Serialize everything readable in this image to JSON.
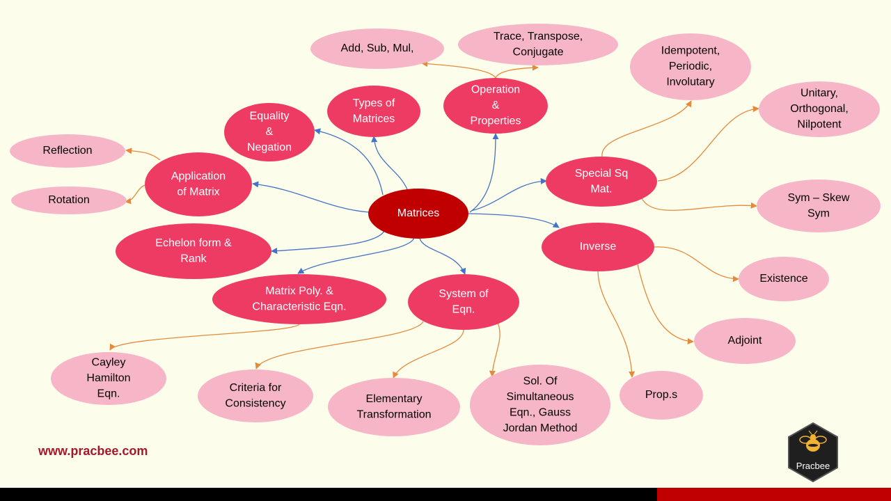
{
  "colors": {
    "background": "#fdfdec",
    "central": "#c00000",
    "primary": "#ee3b63",
    "secondary": "#f7b6c8",
    "blue_edge": "#4472c4",
    "orange_edge": "#e48a3a"
  },
  "central": {
    "label": [
      "Matrices"
    ]
  },
  "primary_nodes": {
    "equality": {
      "label": [
        "Equality",
        "&",
        "Negation"
      ]
    },
    "types": {
      "label": [
        "Types of",
        "Matrices"
      ]
    },
    "operation": {
      "label": [
        "Operation",
        "&",
        "Properties"
      ]
    },
    "application": {
      "label": [
        "Application",
        "of Matrix"
      ]
    },
    "echelon": {
      "label": [
        "Echelon form &",
        "Rank"
      ]
    },
    "poly": {
      "label": [
        "Matrix Poly. &",
        "Characteristic Eqn."
      ]
    },
    "system": {
      "label": [
        "System of",
        "Eqn."
      ]
    },
    "special": {
      "label": [
        "Special Sq",
        "Mat."
      ]
    },
    "inverse": {
      "label": [
        "Inverse"
      ]
    }
  },
  "secondary_nodes": {
    "add": {
      "label": [
        "Add, Sub, Mul,"
      ]
    },
    "trace": {
      "label": [
        "Trace, Transpose,",
        "Conjugate"
      ]
    },
    "idempotent": {
      "label": [
        "Idempotent,",
        "Periodic,",
        "Involutary"
      ]
    },
    "unitary": {
      "label": [
        "Unitary,",
        "Orthogonal,",
        "Nilpotent"
      ]
    },
    "reflection": {
      "label": [
        "Reflection"
      ]
    },
    "rotation": {
      "label": [
        "Rotation"
      ]
    },
    "sym": {
      "label": [
        "Sym – Skew",
        "Sym"
      ]
    },
    "existence": {
      "label": [
        "Existence"
      ]
    },
    "adjoint": {
      "label": [
        "Adjoint"
      ]
    },
    "props": {
      "label": [
        "Prop.s"
      ]
    },
    "cayley": {
      "label": [
        "Cayley",
        "Hamilton",
        "Eqn."
      ]
    },
    "criteria": {
      "label": [
        "Criteria for",
        "Consistency"
      ]
    },
    "elementary": {
      "label": [
        "Elementary",
        "Transformation"
      ]
    },
    "sol": {
      "label": [
        "Sol. Of",
        "Simultaneous",
        "Eqn., Gauss",
        "Jordan Method"
      ]
    }
  },
  "footer": {
    "website": "www.pracbee.com",
    "logo_text": "Pracbee"
  }
}
